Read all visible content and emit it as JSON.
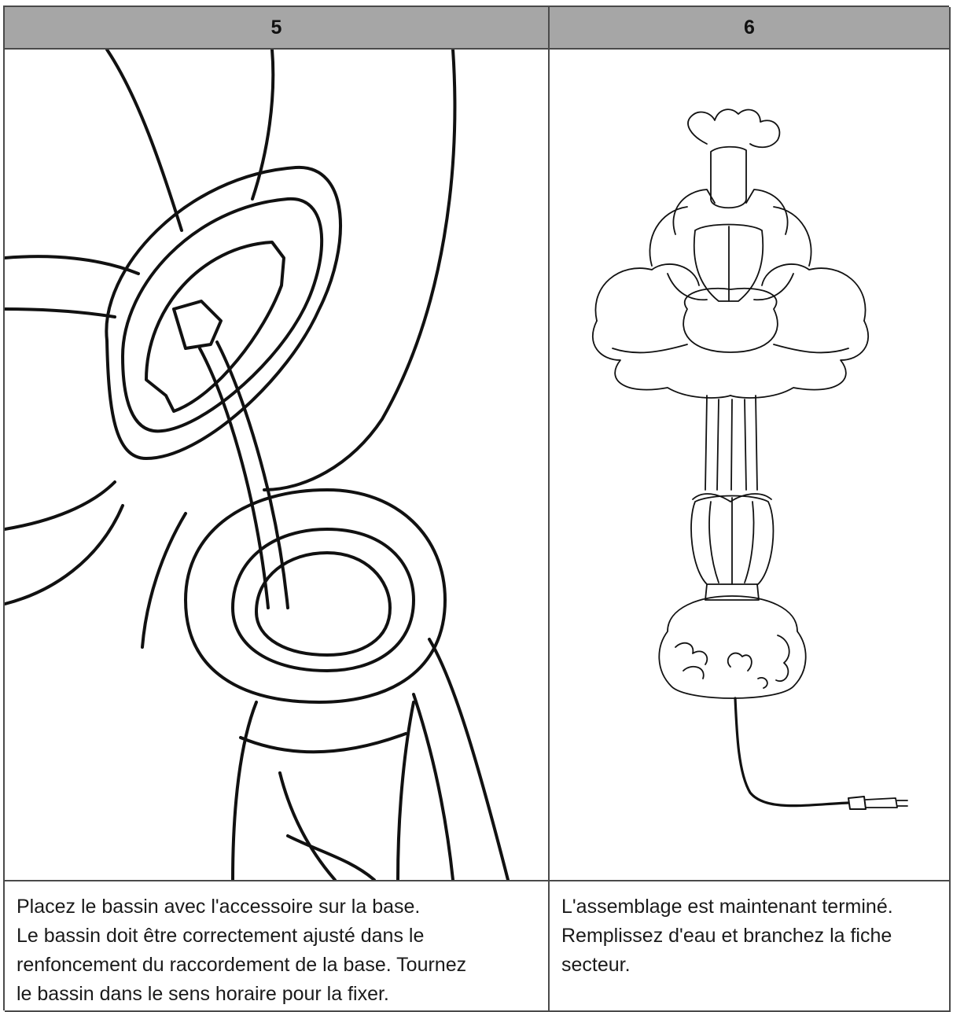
{
  "steps": [
    {
      "number": "5",
      "illustration_icon": "basin-fitting-onto-base-illustration",
      "lines": [
        "Placez le bassin avec l'accessoire sur la base.",
        "Le bassin doit être correctement ajusté dans le",
        "renfoncement du raccordement de la base. Tournez",
        "le bassin dans le sens horaire pour la fixer."
      ]
    },
    {
      "number": "6",
      "illustration_icon": "assembled-fountain-illustration",
      "lines": [
        "L'assemblage est maintenant terminé.",
        "Remplissez d'eau et branchez la fiche",
        "secteur."
      ]
    }
  ],
  "colors": {
    "header_bg": "#a6a6a6",
    "border": "#4a4a4a",
    "line_art": "#111111"
  }
}
